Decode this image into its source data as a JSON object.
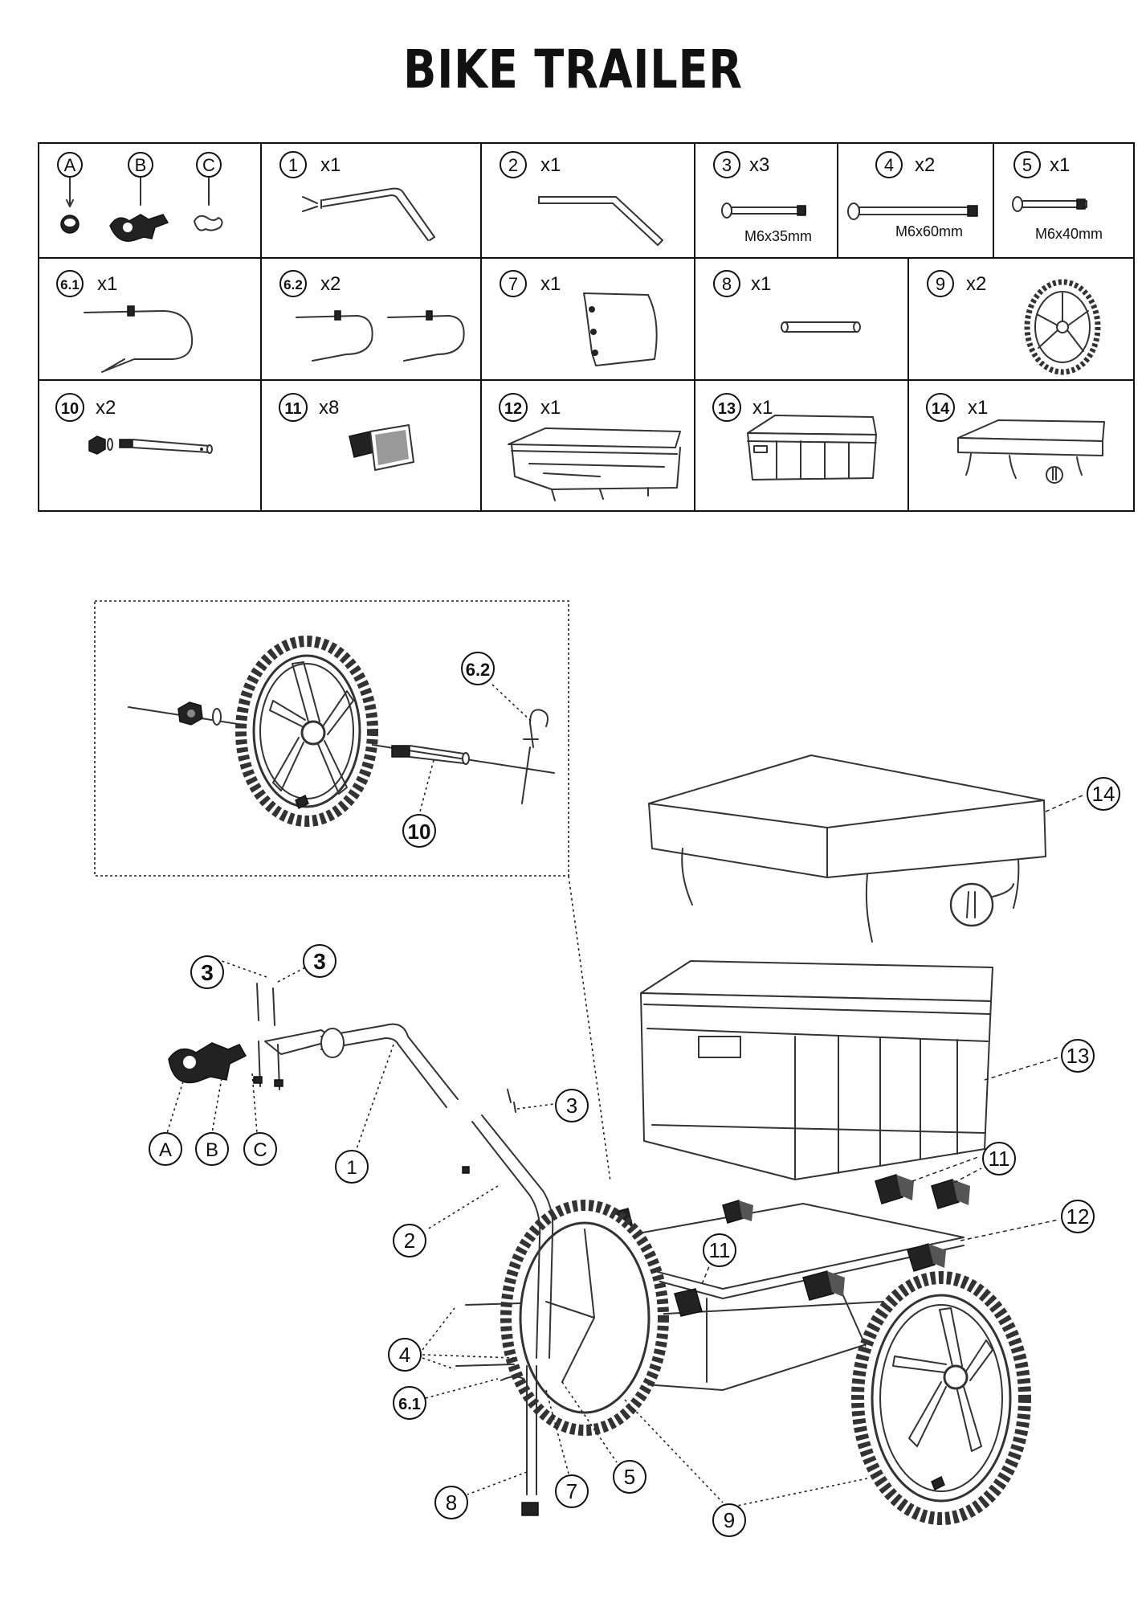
{
  "title": "BIKE TRAILER",
  "parts": [
    {
      "id": "A",
      "qty": "",
      "spec": ""
    },
    {
      "id": "B",
      "qty": "",
      "spec": ""
    },
    {
      "id": "C",
      "qty": "",
      "spec": ""
    },
    {
      "id": "1",
      "qty": "x1",
      "spec": ""
    },
    {
      "id": "2",
      "qty": "x1",
      "spec": ""
    },
    {
      "id": "3",
      "qty": "x3",
      "spec": "M6x35mm"
    },
    {
      "id": "4",
      "qty": "x2",
      "spec": "M6x60mm"
    },
    {
      "id": "5",
      "qty": "x1",
      "spec": "M6x40mm"
    },
    {
      "id": "6.1",
      "qty": "x1",
      "spec": ""
    },
    {
      "id": "6.2",
      "qty": "x2",
      "spec": ""
    },
    {
      "id": "7",
      "qty": "x1",
      "spec": ""
    },
    {
      "id": "8",
      "qty": "x1",
      "spec": ""
    },
    {
      "id": "9",
      "qty": "x2",
      "spec": ""
    },
    {
      "id": "10",
      "qty": "x2",
      "spec": ""
    },
    {
      "id": "11",
      "qty": "x8",
      "spec": ""
    },
    {
      "id": "12",
      "qty": "x1",
      "spec": ""
    },
    {
      "id": "13",
      "qty": "x1",
      "spec": ""
    },
    {
      "id": "14",
      "qty": "x1",
      "spec": ""
    }
  ],
  "callouts": {
    "detail_10": "10",
    "detail_62": "6.2",
    "c14": "14",
    "c13": "13",
    "c12": "12",
    "c11a": "11",
    "c11b": "11",
    "c3a": "3",
    "c3b": "3",
    "c3c": "3",
    "cA": "A",
    "cB": "B",
    "cC": "C",
    "c1": "1",
    "c2": "2",
    "c4": "4",
    "c61": "6.1",
    "c8": "8",
    "c7": "7",
    "c5": "5",
    "c9": "9"
  }
}
